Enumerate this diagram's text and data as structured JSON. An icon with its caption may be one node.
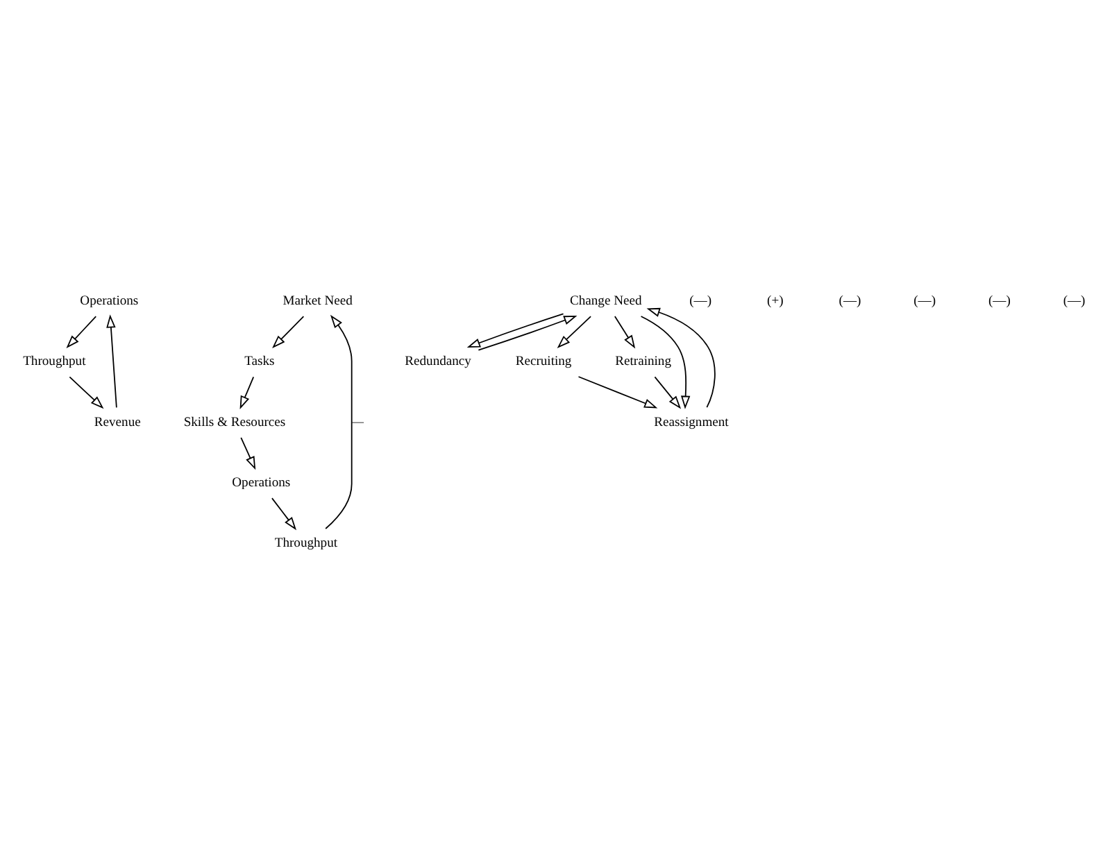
{
  "diagram": {
    "nodes": [
      {
        "text": [
          "Operations"
        ]
      },
      {
        "text": [
          "Throughput"
        ]
      },
      {
        "text": [
          "Revenue"
        ]
      },
      {
        "text": [
          "Market Need"
        ]
      },
      {
        "text": [
          "Tasks"
        ]
      },
      {
        "text": [
          "Throughput"
        ]
      },
      {
        "text": [
          "Skills & Resources"
        ]
      },
      {
        "text": [
          "Operations"
        ]
      },
      {
        "text": [
          "Change Need"
        ]
      },
      {
        "text": [
          "Redundancy"
        ]
      },
      {
        "text": [
          "Recruiting"
        ]
      },
      {
        "text": [
          "Retraining"
        ]
      },
      {
        "text": [
          "Reassignment"
        ]
      }
    ],
    "edges": [
      {
        "from": 0,
        "to": 1,
        "arrow": "to"
      },
      {
        "from": 1,
        "to": 2,
        "arrow": "to"
      },
      {
        "from": 2,
        "to": 0,
        "arrow": "to"
      },
      {
        "from": 3,
        "to": 4,
        "arrow": "to"
      },
      {
        "from": 4,
        "to": 6,
        "arrow": "to"
      },
      {
        "from": 6,
        "to": 7,
        "arrow": "to"
      },
      {
        "from": 7,
        "to": 5,
        "arrow": "to"
      },
      {
        "from": 5,
        "to": 3,
        "arrow": "to",
        "label": "—"
      },
      {
        "from": 8,
        "to": 9,
        "arrow": "to"
      },
      {
        "from": 9,
        "to": 8,
        "arrow": "to"
      },
      {
        "from": 8,
        "to": 10,
        "arrow": "to"
      },
      {
        "from": 8,
        "to": 11,
        "arrow": "to"
      },
      {
        "from": 8,
        "to": 12,
        "arrow": "to"
      },
      {
        "from": 10,
        "to": 12,
        "arrow": "to"
      },
      {
        "from": 11,
        "to": 12,
        "arrow": "to"
      },
      {
        "from": 12,
        "to": 8,
        "arrow": "to"
      }
    ],
    "labels": [
      "(—)",
      "(+)",
      "(—)",
      "(—)",
      "(—)",
      "(—)"
    ]
  }
}
